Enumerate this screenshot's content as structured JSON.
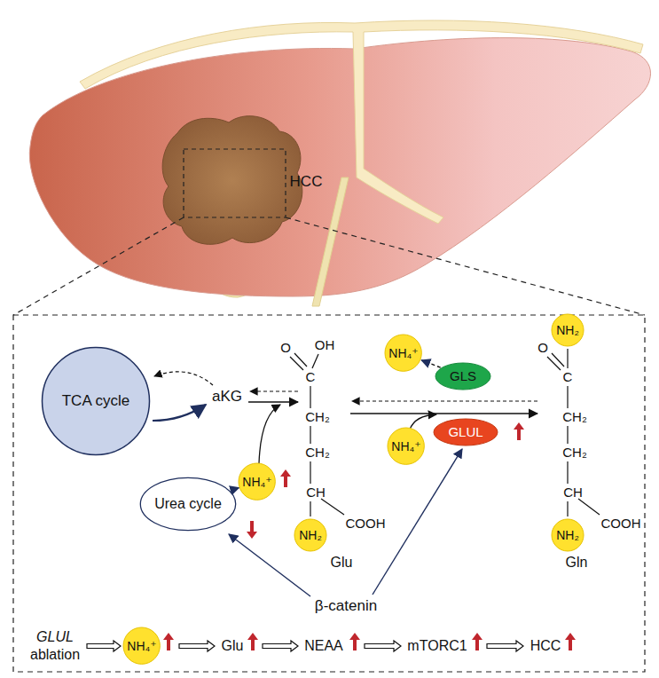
{
  "diagram": {
    "nodes": [
      {
        "text": [
          "TCA cycle"
        ]
      },
      {
        "text": [
          "NH₄⁺"
        ]
      },
      {
        "text": [
          "GLS"
        ]
      },
      {
        "text": [
          "NH₂"
        ]
      },
      {
        "text": [
          "NH₄⁺"
        ]
      },
      {
        "text": [
          "NH₄⁺"
        ]
      },
      {
        "text": [
          "GLUL"
        ]
      },
      {
        "text": [
          "Urea cycle"
        ]
      },
      {
        "text": [
          "NH₂"
        ]
      },
      {
        "text": [
          "NH₂"
        ]
      },
      {
        "text": [
          "NH₄⁺"
        ]
      }
    ],
    "edges": [
      {
        "from": 2,
        "to": 1,
        "arrow": "to"
      },
      {
        "from": 7,
        "to": 4,
        "arrow": "to"
      }
    ],
    "labels": [
      "HCC",
      "aKG",
      "O",
      "OH",
      "C",
      "CH₂",
      "CH₂",
      "CH",
      "COOH",
      "Glu",
      "O",
      "C",
      "CH₂",
      "CH₂",
      "CH",
      "COOH",
      "Gln",
      "β-catenin",
      "GLUL",
      "ablation",
      "Glu",
      "NEAA",
      "mTORC1",
      "HCC"
    ]
  }
}
